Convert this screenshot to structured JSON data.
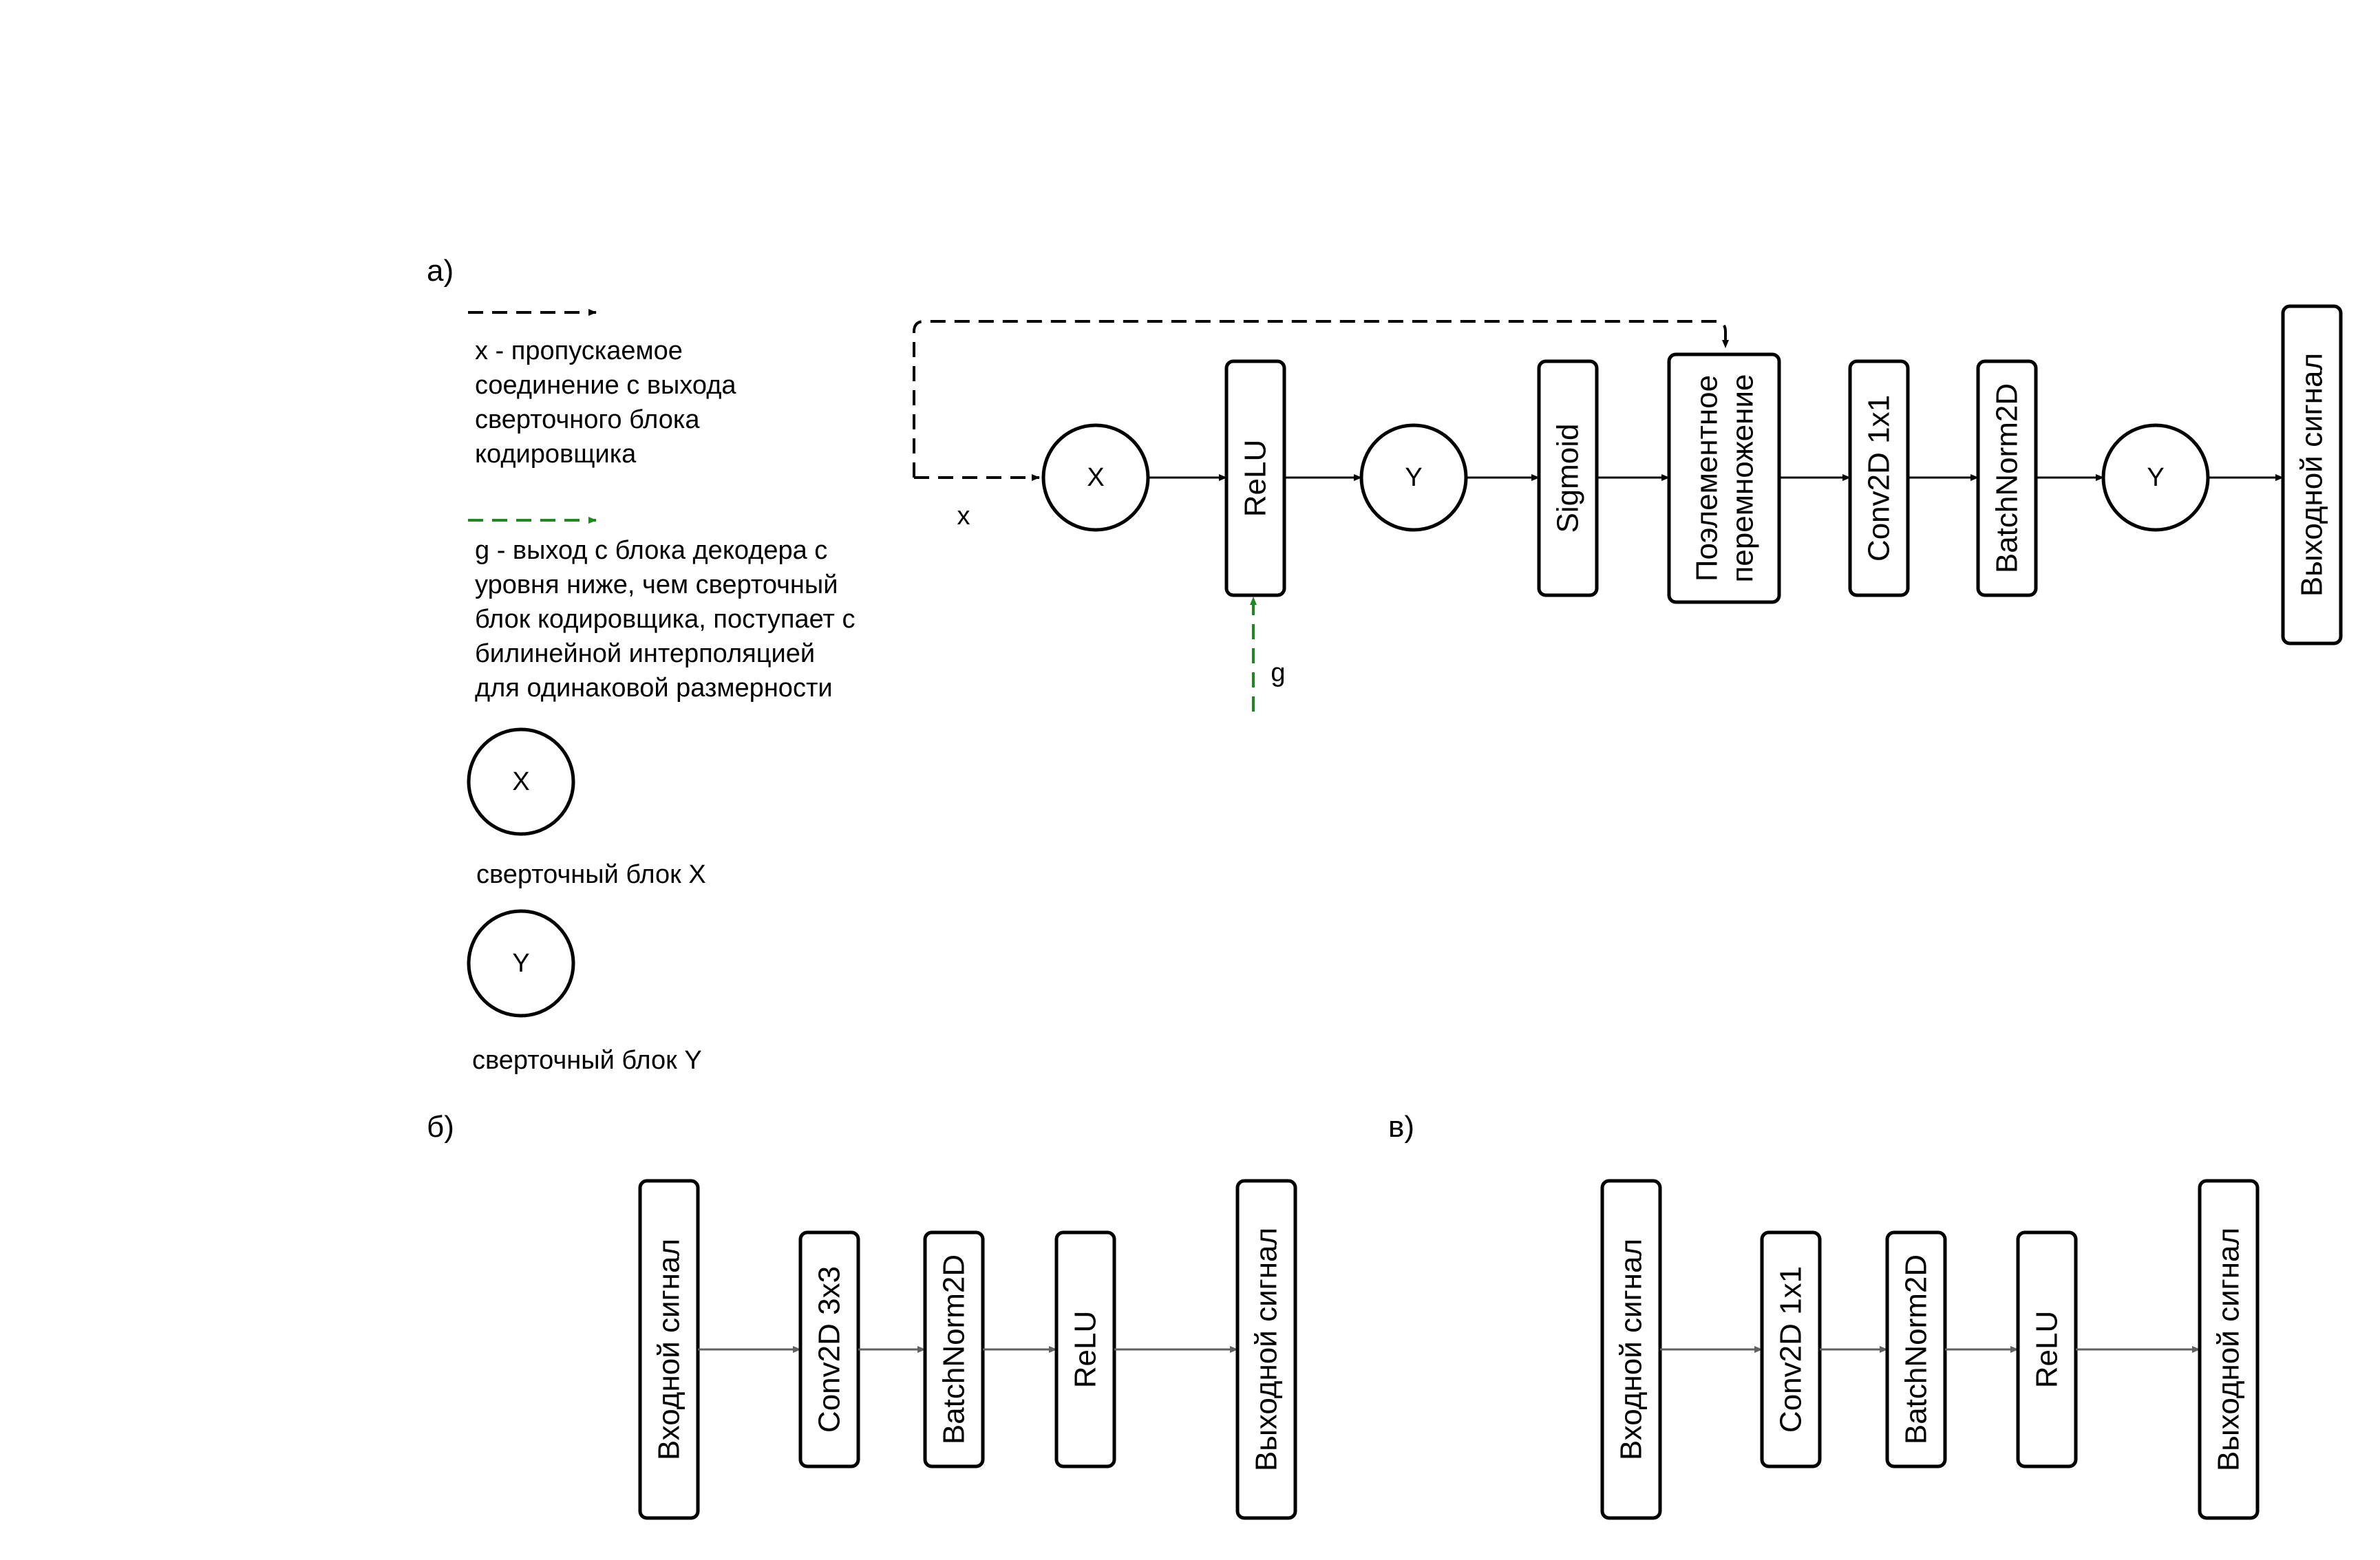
{
  "colors": {
    "stroke": "#000000",
    "gate_signal": "#1e8a1e",
    "flow_arrow": "#616161"
  },
  "panel_a": {
    "label": "а)",
    "legend": {
      "x_lines": [
        "x - пропускаемое",
        "соединение с выхода",
        "сверточного блока",
        "кодировщика"
      ],
      "g_lines": [
        "g - выход с блока декодера с",
        "уровня ниже, чем сверточный",
        "блок кодировщика, поступает с",
        "билинейной интерполяцией",
        "для одинаковой размерности"
      ],
      "circle_x": "X",
      "circle_x_caption": "сверточный блок X",
      "circle_y": "Y",
      "circle_y_caption": "сверточный блок Y"
    },
    "x_label": "x",
    "g_label": "g",
    "circle_x": "X",
    "relu": "ReLU",
    "circle_y1": "Y",
    "sigmoid": "Sigmoid",
    "multiply_line1": "Поэлементное",
    "multiply_line2": "перемножение",
    "conv": "Conv2D 1x1",
    "batchnorm": "BatchNorm2D",
    "circle_y2": "Y",
    "output": "Выходной сигнал"
  },
  "panel_b": {
    "label": "б)",
    "input": "Входной сигнал",
    "conv": "Conv2D 3x3",
    "batchnorm": "BatchNorm2D",
    "relu": "ReLU",
    "output": "Выходной сигнал"
  },
  "panel_c": {
    "label": "в)",
    "input": "Входной сигнал",
    "conv": "Conv2D 1x1",
    "batchnorm": "BatchNorm2D",
    "relu": "ReLU",
    "output": "Выходной сигнал"
  }
}
